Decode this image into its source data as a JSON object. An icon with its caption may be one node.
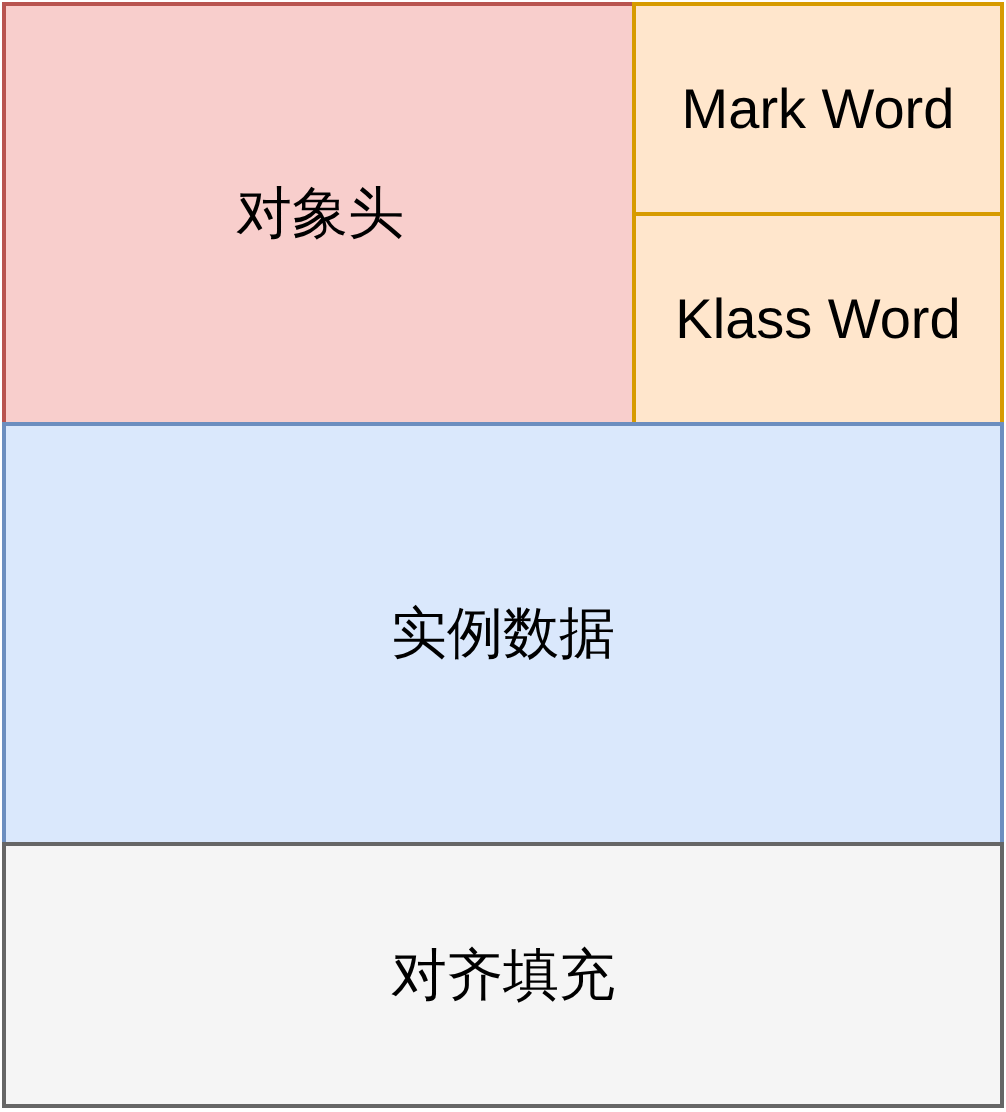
{
  "diagram": {
    "nodes": [
      {
        "text": [
          "对象头"
        ]
      },
      {
        "text": [
          "Mark Word"
        ]
      },
      {
        "text": [
          "Klass Word"
        ]
      },
      {
        "text": [
          "实例数据"
        ]
      },
      {
        "text": [
          "对齐填充"
        ]
      }
    ]
  }
}
